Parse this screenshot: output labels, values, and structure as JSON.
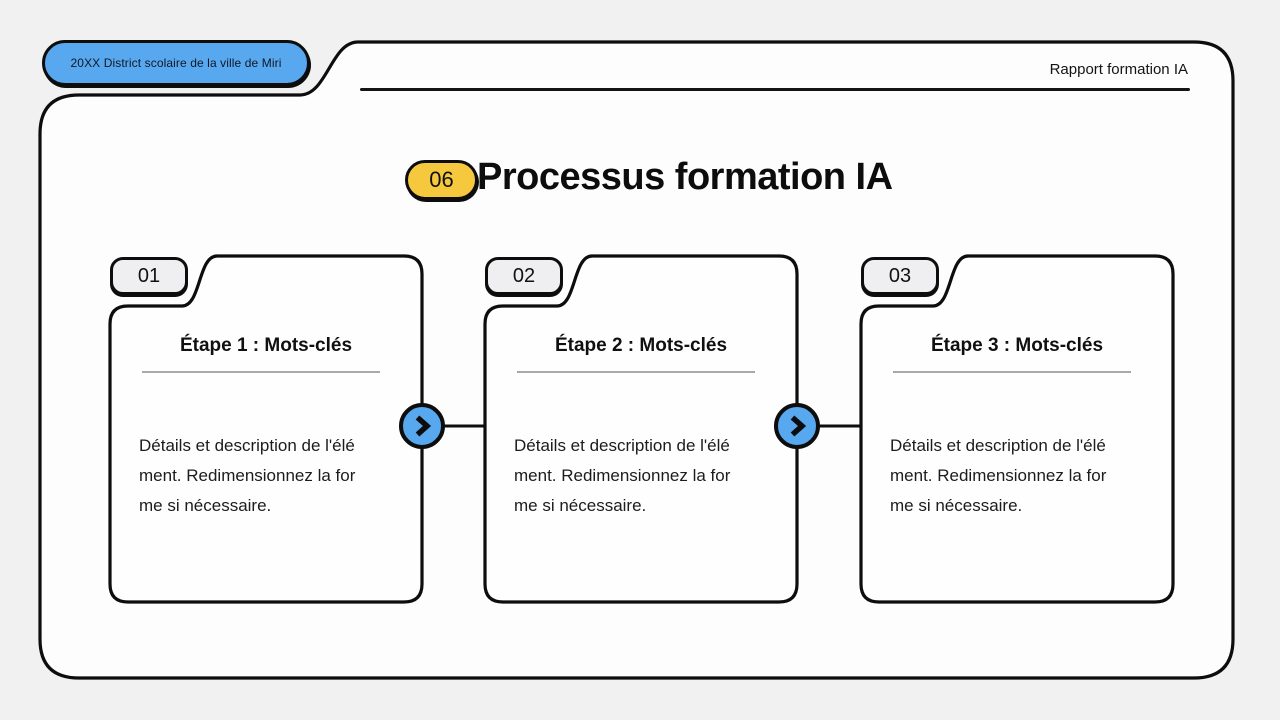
{
  "slide": {
    "badge": "20XX District scolaire de la ville de Miri",
    "header": "Rapport formation IA",
    "chapter_number": "06",
    "title": "Processus formation IA"
  },
  "steps": [
    {
      "number": "01",
      "heading": "Étape 1 : Mots-clés",
      "lines": [
        "Détails et description de l'élé",
        "ment. Redimensionnez la for",
        "me si nécessaire."
      ]
    },
    {
      "number": "02",
      "heading": "Étape 2 : Mots-clés",
      "lines": [
        "Détails et description de l'élé",
        "ment. Redimensionnez la for",
        "me si nécessaire."
      ]
    },
    {
      "number": "03",
      "heading": "Étape 3 : Mots-clés",
      "lines": [
        "Détails et description de l'élé",
        "ment. Redimensionnez la for",
        "me si nécessaire."
      ]
    }
  ],
  "icons": {
    "connector": "chevron-right"
  },
  "colors": {
    "accent_blue": "#58a8f0",
    "accent_yellow": "#f6c83e",
    "tab_fill": "#efeef0",
    "page_background": "#f2f1f2",
    "panel_fill": "#fdfdfd",
    "ink": "#0d0d0d",
    "divider_gray": "#a9a9a9"
  }
}
